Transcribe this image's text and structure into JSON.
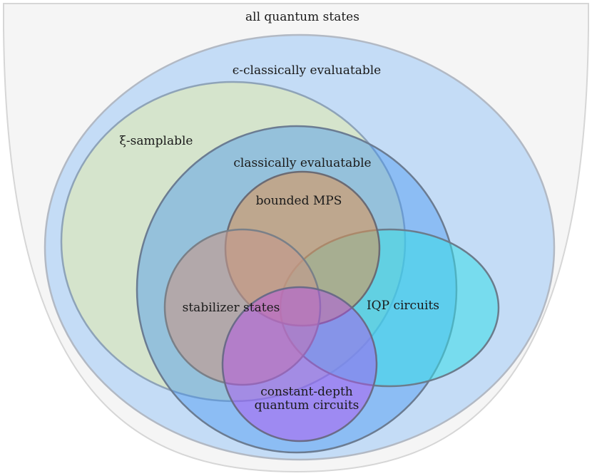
{
  "diagram": {
    "labels": {
      "all_states": "all quantum states",
      "eps_classically": "ϵ-classically evaluatable",
      "xi_samplable": "ξ-samplable",
      "classically_evaluatable": "classically evaluatable",
      "bounded_mps": "bounded MPS",
      "stabilizer": "stabilizer states",
      "iqp": "IQP circuits",
      "constant_depth_1": "constant-depth",
      "constant_depth_2": "quantum circuits"
    },
    "colors": {
      "outer_region": "#f4f4f4",
      "eps_region": "#c2dcf7",
      "xi_region": "#dbe6c8",
      "classical_region": "#5aa3f5",
      "mps_region": "#e0a070",
      "stabilizer_region": "#c4a49a",
      "iqp_region": "#4ad8e6",
      "constant_depth_region": "#a060f0"
    }
  }
}
